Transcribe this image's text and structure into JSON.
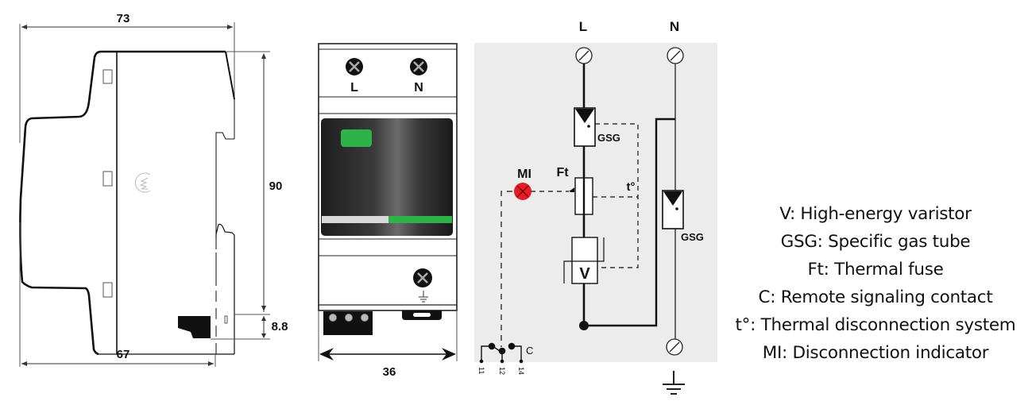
{
  "title": "Surge protective device – dimensions and wiring diagram",
  "side_view": {
    "dim_width_top": "73",
    "dim_height": "90",
    "dim_base_offset": "8.8",
    "dim_width_bottom": "67"
  },
  "front_view": {
    "terminal_top_left": "L",
    "terminal_top_right": "N",
    "dim_width": "36",
    "status_window_color": "#2db34a",
    "status_bar_colors": [
      "#d9d9d9",
      "#2db34a"
    ]
  },
  "schematic": {
    "line_label": "L",
    "neutral_label": "N",
    "gsg_label_1": "GSG",
    "gsg_label_2": "GSG",
    "ft_label": "Ft",
    "mi_label": "MI",
    "thermal_label": "t°",
    "varistor_label": "V",
    "contact_label": "C",
    "contact_pins": [
      "11",
      "12",
      "14"
    ],
    "indicator_color": "#e31e24",
    "panel_color": "#ececec"
  },
  "legend": [
    "V: High-energy varistor",
    "GSG: Specific gas tube",
    "Ft: Thermal fuse",
    "C: Remote signaling contact",
    "t°: Thermal disconnection system",
    "MI: Disconnection indicator"
  ]
}
